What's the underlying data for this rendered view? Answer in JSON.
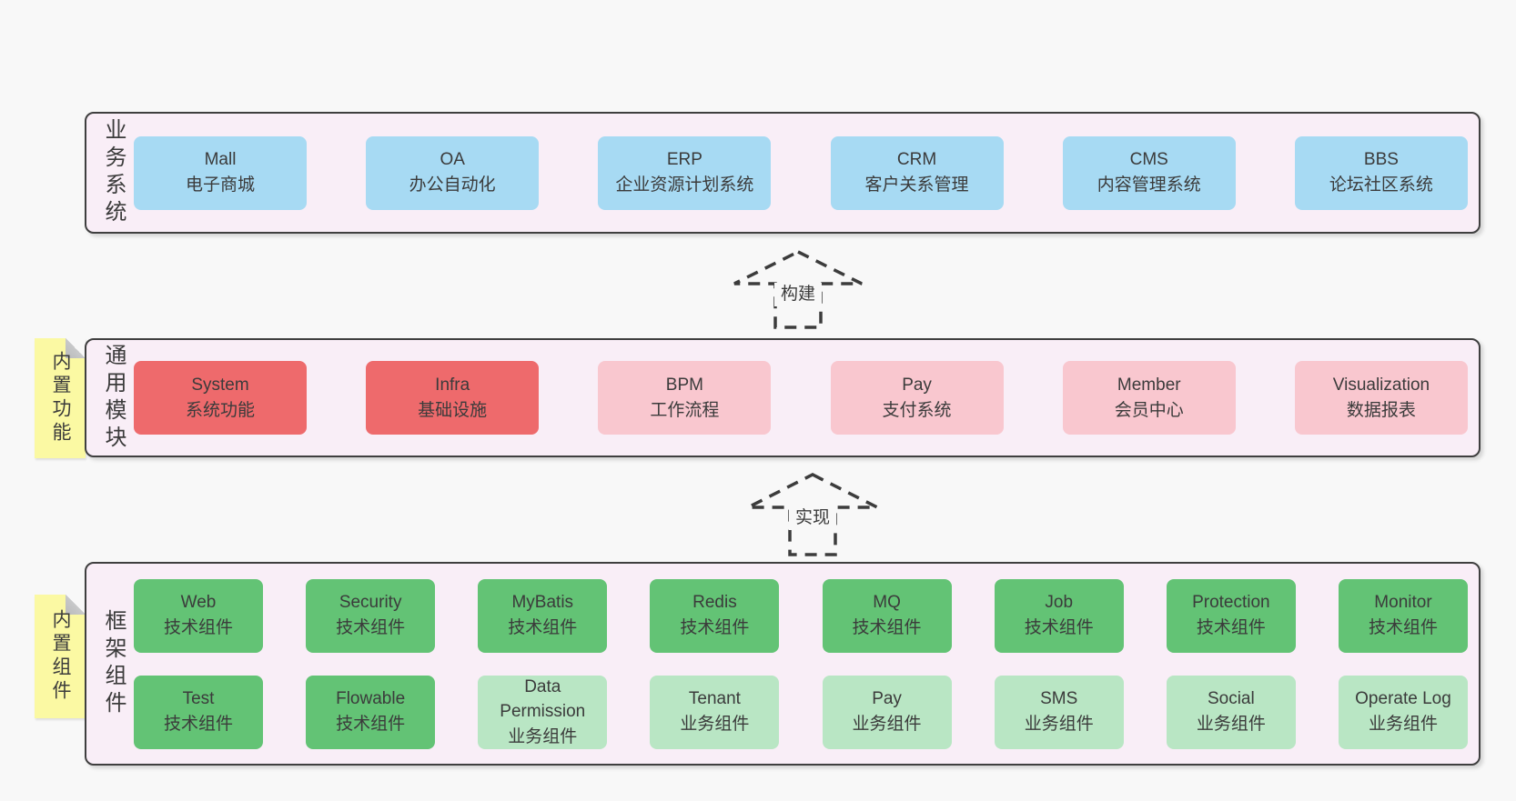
{
  "diagram": {
    "colors": {
      "page_bg": "#f8f8f8",
      "panel_bg": "#f9eef7",
      "panel_border": "#3f3f3f",
      "blue": "#a7daf3",
      "red": "#ee6a6c",
      "pink": "#f9c7cf",
      "green": "#63c375",
      "lightgreen": "#b9e6c4",
      "sticky_yellow": "#fbf9a3",
      "text": "#3b3b3b"
    },
    "arrows": [
      {
        "label": "构建"
      },
      {
        "label": "实现"
      }
    ],
    "layers": [
      {
        "id": "business-systems",
        "label": "业务系统",
        "sticky": null,
        "rows": [
          [
            {
              "en": "Mall",
              "zh": "电子商城",
              "variant": "blue"
            },
            {
              "en": "OA",
              "zh": "办公自动化",
              "variant": "blue"
            },
            {
              "en": "ERP",
              "zh": "企业资源计划系统",
              "variant": "blue"
            },
            {
              "en": "CRM",
              "zh": "客户关系管理",
              "variant": "blue"
            },
            {
              "en": "CMS",
              "zh": "内容管理系统",
              "variant": "blue"
            },
            {
              "en": "BBS",
              "zh": "论坛社区系统",
              "variant": "blue"
            }
          ]
        ]
      },
      {
        "id": "common-modules",
        "label": "通用模块",
        "sticky": "内置功能",
        "rows": [
          [
            {
              "en": "System",
              "zh": "系统功能",
              "variant": "red"
            },
            {
              "en": "Infra",
              "zh": "基础设施",
              "variant": "red"
            },
            {
              "en": "BPM",
              "zh": "工作流程",
              "variant": "pink"
            },
            {
              "en": "Pay",
              "zh": "支付系统",
              "variant": "pink"
            },
            {
              "en": "Member",
              "zh": "会员中心",
              "variant": "pink"
            },
            {
              "en": "Visualization",
              "zh": "数据报表",
              "variant": "pink"
            }
          ]
        ]
      },
      {
        "id": "framework-components",
        "label": "框架组件",
        "sticky": "内置组件",
        "rows": [
          [
            {
              "en": "Web",
              "zh": "技术组件",
              "variant": "green"
            },
            {
              "en": "Security",
              "zh": "技术组件",
              "variant": "green"
            },
            {
              "en": "MyBatis",
              "zh": "技术组件",
              "variant": "green"
            },
            {
              "en": "Redis",
              "zh": "技术组件",
              "variant": "green"
            },
            {
              "en": "MQ",
              "zh": "技术组件",
              "variant": "green"
            },
            {
              "en": "Job",
              "zh": "技术组件",
              "variant": "green"
            },
            {
              "en": "Protection",
              "zh": "技术组件",
              "variant": "green"
            },
            {
              "en": "Monitor",
              "zh": "技术组件",
              "variant": "green"
            }
          ],
          [
            {
              "en": "Test",
              "zh": "技术组件",
              "variant": "green"
            },
            {
              "en": "Flowable",
              "zh": "技术组件",
              "variant": "green"
            },
            {
              "en": "Data Permission",
              "zh": "业务组件",
              "variant": "lightgreen"
            },
            {
              "en": "Tenant",
              "zh": "业务组件",
              "variant": "lightgreen"
            },
            {
              "en": "Pay",
              "zh": "业务组件",
              "variant": "lightgreen"
            },
            {
              "en": "SMS",
              "zh": "业务组件",
              "variant": "lightgreen"
            },
            {
              "en": "Social",
              "zh": "业务组件",
              "variant": "lightgreen"
            },
            {
              "en": "Operate Log",
              "zh": "业务组件",
              "variant": "lightgreen"
            }
          ]
        ]
      }
    ]
  }
}
